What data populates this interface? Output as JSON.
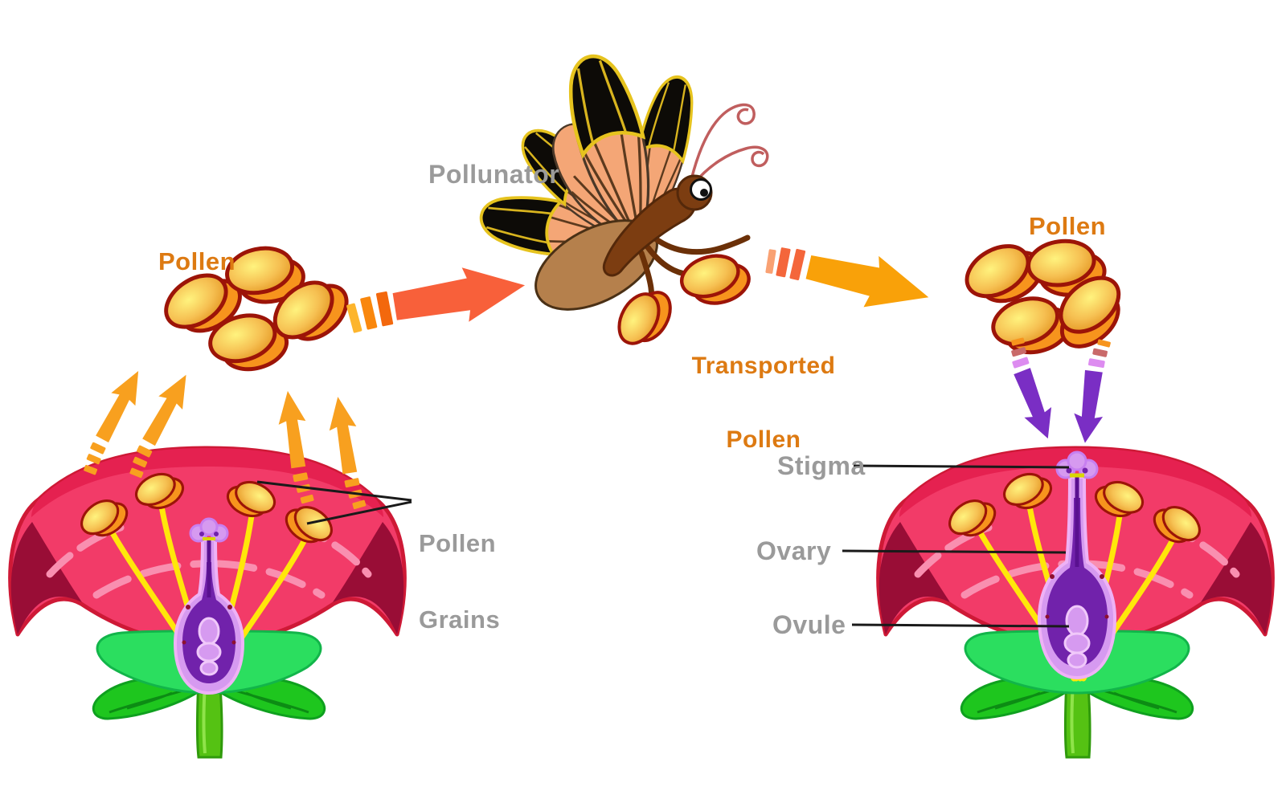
{
  "labels": {
    "pollen_left": "Pollen",
    "pollinator": "Pollunator",
    "transported_line1": "Transported",
    "transported_line2": "Pollen",
    "pollen_right": "Pollen",
    "pollen_grains_line1": "Pollen",
    "pollen_grains_line2": "Grains",
    "stigma": "Stigma",
    "ovary": "Ovary",
    "ovule": "Ovule"
  },
  "colors": {
    "label_gray": "#9a9a9a",
    "label_orange": "#dd7a12",
    "petal_pink": "#f23b68",
    "petal_outline": "#ce1936",
    "petal_shadow_maroon": "#990d36",
    "petal_highlight_pink": "#f98fb0",
    "filament_yellow": "#ffe70a",
    "pollen_orange": "#f7941d",
    "pollen_outline_dark_red": "#9c1408",
    "pistil_lavender": "#d69af0",
    "ovary_interior_purple": "#7122ab",
    "sepal_green": "#2bde5f",
    "leaf_green": "#1ec61e",
    "stem_green": "#55c213",
    "release_arrow_orange": "#f8a01f",
    "transfer_arrow_red_orange": "#f8603a",
    "transfer_arrow_orange": "#f9a109",
    "deposit_arrow_purple": "#7a2ec4",
    "butterfly_wing_salmon": "#f4a676",
    "butterfly_wing_black": "#0d0b07",
    "butterfly_wing_trim_yellow": "#e6c31e",
    "butterfly_body_brown": "#7c3d11",
    "leader_line_black": "#1a1a1a"
  }
}
